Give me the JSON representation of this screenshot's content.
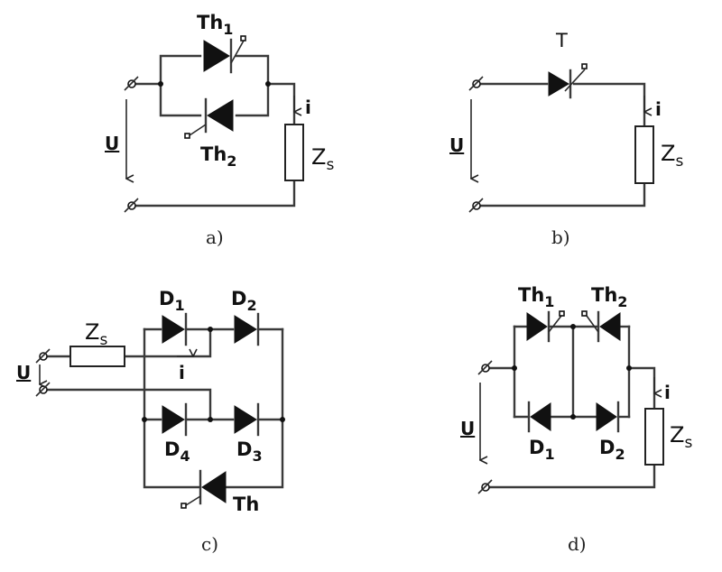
{
  "panels": {
    "a": {
      "caption": "a)",
      "th1": {
        "base": "Th",
        "sub": "1"
      },
      "th2": {
        "base": "Th",
        "sub": "2"
      },
      "current": "i",
      "voltage": "U",
      "load": {
        "base": "Z",
        "sub": "s"
      }
    },
    "b": {
      "caption": "b)",
      "triac": "T",
      "current": "i",
      "voltage": "U",
      "load": {
        "base": "Z",
        "sub": "s"
      }
    },
    "c": {
      "caption": "c)",
      "d1": {
        "base": "D",
        "sub": "1"
      },
      "d2": {
        "base": "D",
        "sub": "2"
      },
      "d3": {
        "base": "D",
        "sub": "3"
      },
      "d4": {
        "base": "D",
        "sub": "4"
      },
      "th": "Th",
      "current": "i",
      "voltage": "U",
      "load": {
        "base": "Z",
        "sub": "s"
      }
    },
    "d": {
      "caption": "d)",
      "th1": {
        "base": "Th",
        "sub": "1"
      },
      "th2": {
        "base": "Th",
        "sub": "2"
      },
      "d1": {
        "base": "D",
        "sub": "1"
      },
      "d2": {
        "base": "D",
        "sub": "2"
      },
      "current": "i",
      "voltage": "U",
      "load": {
        "base": "Z",
        "sub": "s"
      }
    }
  }
}
